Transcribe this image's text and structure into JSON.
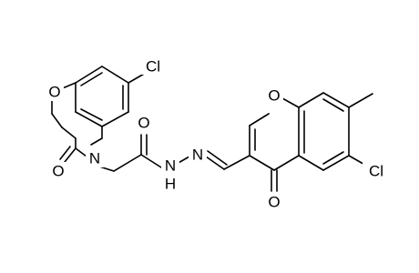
{
  "molecule": {
    "atoms": {
      "cl_top": "Cl",
      "o_ring_left": "O",
      "n_ring_left": "N",
      "o_carbonyl_left": "O",
      "o_amide": "O",
      "nh": "N",
      "h_nh": "H",
      "n_imine": "N",
      "o_ring_right": "O",
      "o_carbonyl_right": "O",
      "cl_right": "Cl"
    }
  },
  "colors": {
    "bond": "#000000",
    "text": "#000000",
    "background": "#ffffff"
  }
}
